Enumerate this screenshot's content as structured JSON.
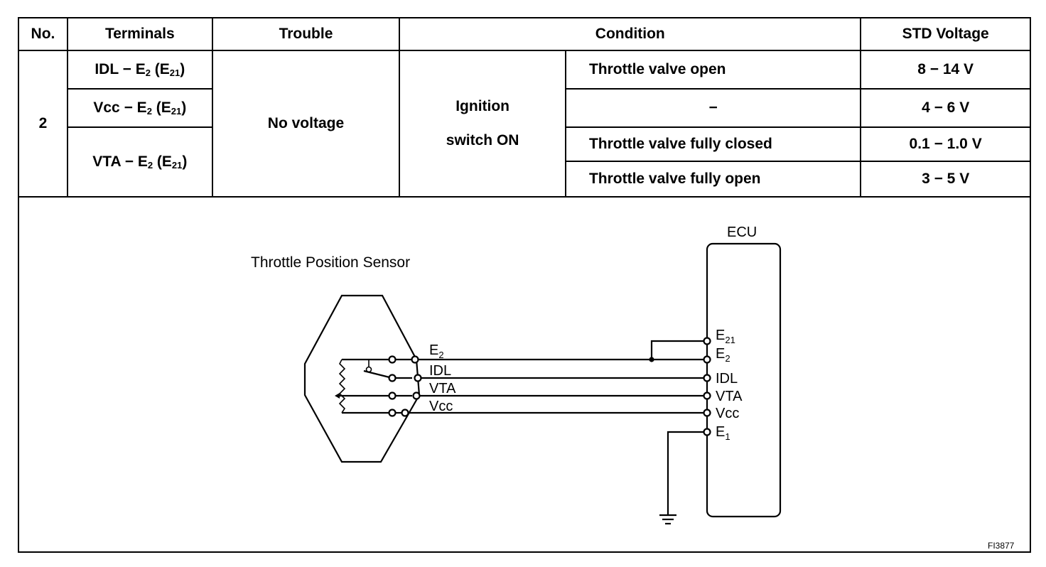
{
  "table": {
    "headers": {
      "no": "No.",
      "terminals": "Terminals",
      "trouble": "Trouble",
      "condition": "Condition",
      "std_voltage": "STD Voltage"
    },
    "row": {
      "no": "2",
      "terminals": [
        {
          "main": "IDL − E",
          "sub1": "2",
          "paren": "E",
          "sub2": "21"
        },
        {
          "main": "Vcc − E",
          "sub1": "2",
          "paren": "E",
          "sub2": "21"
        },
        {
          "main": "VTA − E",
          "sub1": "2",
          "paren": "E",
          "sub2": "21"
        }
      ],
      "trouble": "No voltage",
      "condition_main_line1": "Ignition",
      "condition_main_line2": "switch ON",
      "subconditions": [
        {
          "condition": "Throttle valve open",
          "voltage": "8 − 14 V"
        },
        {
          "condition": "−",
          "voltage": "4 − 6 V"
        },
        {
          "condition": "Throttle valve fully closed",
          "voltage": "0.1 − 1.0 V"
        },
        {
          "condition": "Throttle valve fully open",
          "voltage": "3 − 5 V"
        }
      ]
    }
  },
  "diagram": {
    "sensor_label": "Throttle Position Sensor",
    "ecu_label": "ECU",
    "wire_labels": {
      "e2": {
        "main": "E",
        "sub": "2"
      },
      "idl": "IDL",
      "vta": "VTA",
      "vcc": "Vcc"
    },
    "ecu_pins": [
      {
        "main": "E",
        "sub": "21"
      },
      {
        "main": "E",
        "sub": "2"
      },
      {
        "main": "IDL",
        "sub": ""
      },
      {
        "main": "VTA",
        "sub": ""
      },
      {
        "main": "Vcc",
        "sub": ""
      },
      {
        "main": "E",
        "sub": "1"
      }
    ],
    "figure_id": "FI3877"
  }
}
